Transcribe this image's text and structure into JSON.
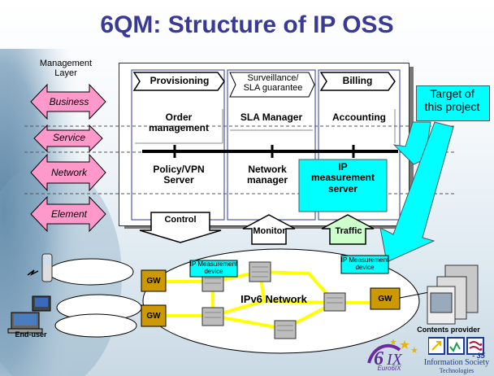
{
  "title": "6QM: Structure of IP OSS",
  "management_layer": {
    "caption": "Management\nLayer",
    "layers": [
      "Business",
      "Service",
      "Network",
      "Element"
    ]
  },
  "columns": {
    "provisioning": "Provisioning",
    "surveillance": "Surveillance/\nSLA guarantee",
    "billing": "Billing"
  },
  "boxes": {
    "order_management": "Order\nmanagement",
    "sla_manager": "SLA Manager",
    "accounting": "Accounting",
    "policy_vpn": "Policy/VPN\nServer",
    "network_manager": "Network\nmanager",
    "ip_measurement_server": "IP\nmeasurement\nserver"
  },
  "flows": {
    "control": "Control",
    "monitor": "Monitor",
    "traffic": "Traffic"
  },
  "target_note": "Target of\nthis project",
  "network": {
    "ipv6_label": "IPv6 Network",
    "gw_label": "GW",
    "device_label": "IP Measurement\ndevice",
    "end_user": "End-user",
    "contents_provider": "Contents provider"
  },
  "footer": {
    "euro6ix": "Euro6IX",
    "ist": "Information Society",
    "ist_sub": "Technologies",
    "page_number": "- 35"
  },
  "colors": {
    "title": "#3a3a96",
    "accent_cyan": "#00ffff",
    "traffic_green": "#ccffcc",
    "layer_pink": "#ff99cc",
    "network_link": "#ffff00",
    "gw_gold": "#cc9900"
  }
}
